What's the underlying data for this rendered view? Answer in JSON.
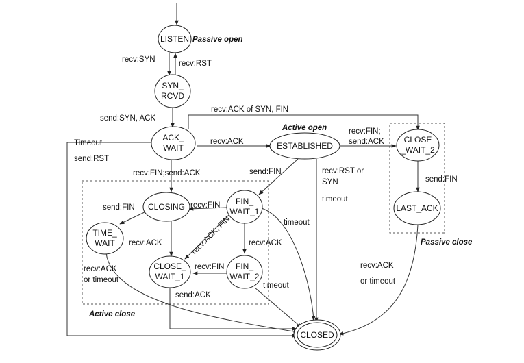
{
  "states": {
    "listen": "LISTEN",
    "syn_rcvd": [
      "SYN_",
      "RCVD"
    ],
    "ack_wait": [
      "ACK_",
      "WAIT"
    ],
    "established": "ESTABLISHED",
    "close_wait_2": [
      "CLOSE",
      "_WAIT_2"
    ],
    "last_ack": "LAST_ACK",
    "closing": "CLOSING",
    "fin_wait_1": [
      "FIN_",
      "WAIT_1"
    ],
    "time_wait": [
      "TIME_",
      "WAIT"
    ],
    "close_wait_1": [
      "CLOSE_",
      "WAIT_1"
    ],
    "fin_wait_2": [
      "FIN_",
      "WAIT_2"
    ],
    "closed": "CLOSED"
  },
  "groups": {
    "passive_open": "Passive open",
    "active_open": "Active open",
    "passive_close": "Passive close",
    "active_close": "Active close"
  },
  "edge_labels": {
    "recv_syn": "recv:SYN",
    "recv_rst": "recv:RST",
    "send_syn_ack": "send:SYN, ACK",
    "recv_ack_of_syn_fin": "recv:ACK of SYN, FIN",
    "recv_ack": "recv:ACK",
    "timeout_left": "Timeout",
    "send_rst": "send:RST",
    "recv_fin_send_ack_1": "recv:FIN;",
    "recv_fin_send_ack_2": "send:ACK",
    "recv_fin_send_ack_line": "recv:FIN;send:ACK",
    "send_fin_est": "send:FIN",
    "recv_rst_or_syn_1": "recv:RST or",
    "recv_rst_or_syn_2": "SYN",
    "timeout_est": "timeout",
    "send_fin_cw2": "send:FIN",
    "recv_fin_closing": "recv:FIN",
    "send_fin_timewait": "send:FIN",
    "timeout_fw1": "timeout",
    "recv_ack_fin_diag": "recv:ACK, FIN",
    "recv_ack_closing": "recv:ACK",
    "recv_ack_fw1": "recv:ACK",
    "recv_fin_fw2": "recv:FIN",
    "recv_ack_or_timeout_1": "recv:ACK",
    "recv_ack_or_timeout_2": "or timeout",
    "timeout_fw2": "timeout",
    "send_ack_cw1": "send:ACK",
    "recv_ack_lastack": "recv:ACK",
    "or_timeout_lastack": "or timeout"
  },
  "colors": {
    "stroke": "#222222",
    "background": "#ffffff"
  }
}
